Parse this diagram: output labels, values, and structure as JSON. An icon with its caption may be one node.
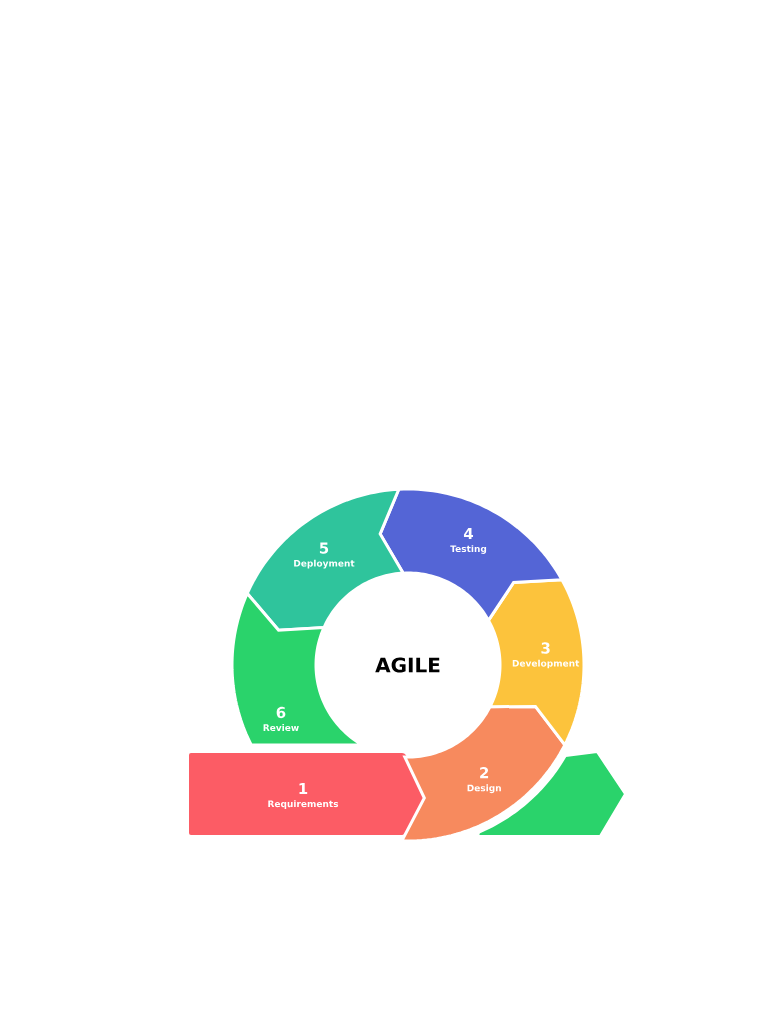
{
  "diagram": {
    "nodes": [
      {
        "text": [
          "AGILE"
        ]
      },
      {
        "text": [
          "1",
          "Requirements"
        ]
      },
      {
        "text": [
          "2",
          "Design"
        ]
      },
      {
        "text": [
          "3",
          "Development"
        ]
      },
      {
        "text": [
          "4",
          "Testing"
        ]
      },
      {
        "text": [
          "5",
          "Deployment"
        ]
      },
      {
        "text": [
          "6",
          "Review"
        ]
      },
      {
        "text": [],
        "shape": "arrow"
      }
    ]
  }
}
